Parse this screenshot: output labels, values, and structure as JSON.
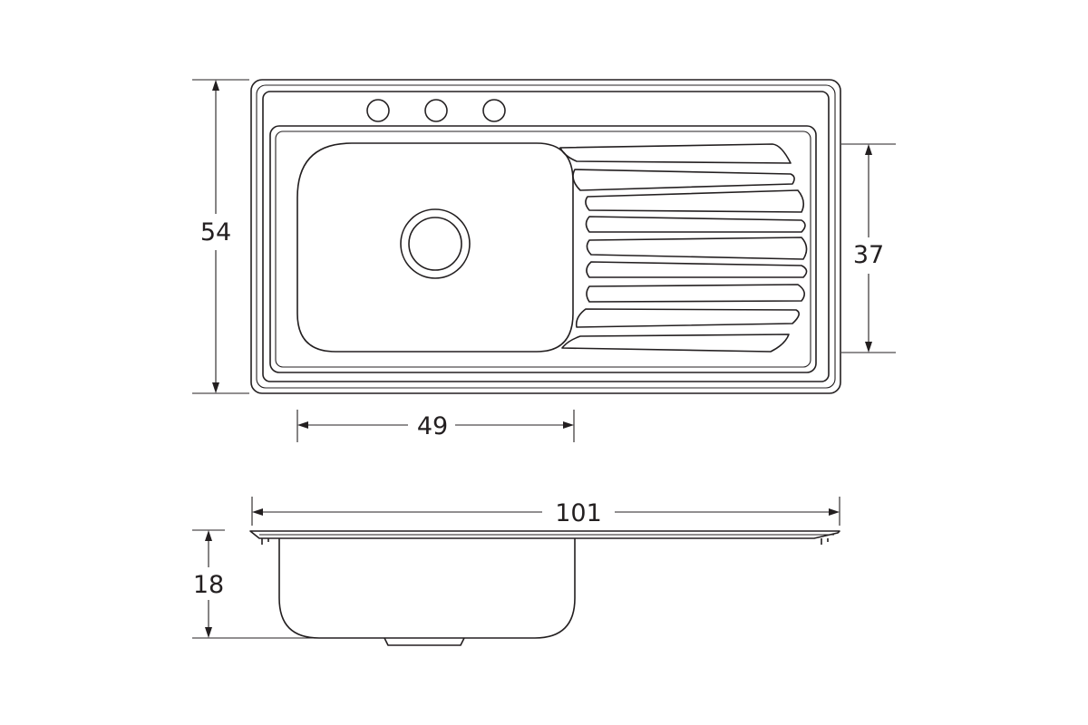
{
  "drawing": {
    "subject": "",
    "dimensions": {
      "overall_height": "54",
      "groove_height": "37",
      "bowl_width": "49",
      "overall_width": "101",
      "depth": "18"
    }
  },
  "colors": {
    "line": "#231f20",
    "background": "#ffffff"
  }
}
